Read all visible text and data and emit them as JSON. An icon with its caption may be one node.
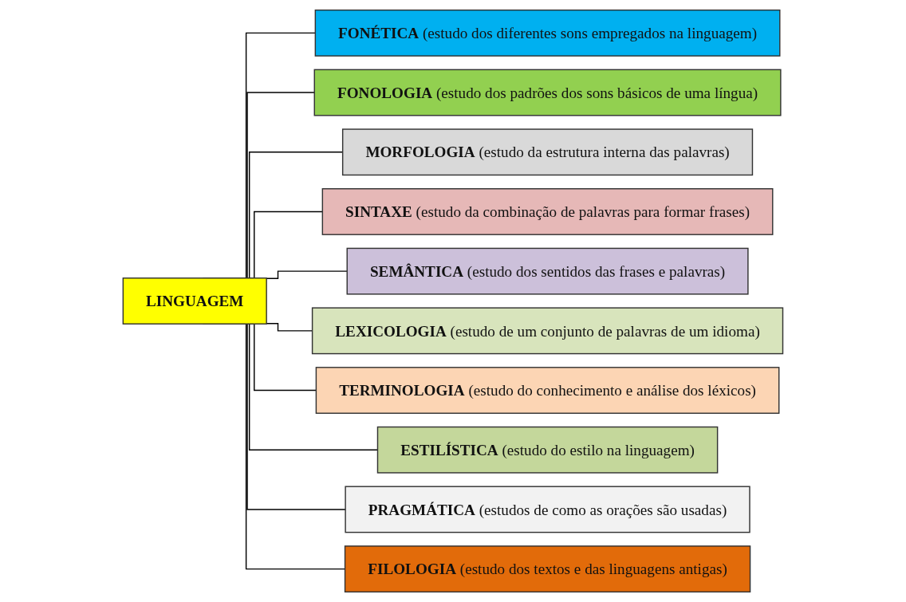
{
  "diagram": {
    "nodes": [
      {
        "text": [
          "LINGUAGEM"
        ]
      },
      {
        "text": [
          "**FONÉTICA** (estudo dos diferentes sons empregados na linguagem)"
        ]
      },
      {
        "text": [
          "**FONOLOGIA** (estudo dos padrões dos sons básicos de uma língua)"
        ]
      },
      {
        "text": [
          "**MORFOLOGIA** (estudo da estrutura interna das palavras)"
        ]
      },
      {
        "text": [
          "**SINTAXE** (estudo da combinação de palavras para formar frases)"
        ]
      },
      {
        "text": [
          "**SEMÂNTICA** (estudo dos sentidos das frases e palavras)"
        ]
      },
      {
        "text": [
          "**LEXICOLOGIA** (estudo de um conjunto de palavras de um idioma)"
        ]
      },
      {
        "text": [
          "**TERMINOLOGIA** (estudo do conhecimento e análise dos léxicos)"
        ]
      },
      {
        "text": [
          "**ESTILÍSTICA** (estudo do estilo na linguagem)"
        ]
      },
      {
        "text": [
          "**PRAGMÁTICA** (estudos de como as orações são usadas)"
        ]
      },
      {
        "text": [
          "**FILOLOGIA** (estudo dos textos e das linguagens antigas)"
        ]
      }
    ],
    "edges": [
      {
        "from": 0,
        "to": 1,
        "arrow": "none"
      },
      {
        "from": 0,
        "to": 2,
        "arrow": "none"
      },
      {
        "from": 0,
        "to": 3,
        "arrow": "none"
      },
      {
        "from": 0,
        "to": 4,
        "arrow": "none"
      },
      {
        "from": 0,
        "to": 5,
        "arrow": "none"
      },
      {
        "from": 0,
        "to": 6,
        "arrow": "none"
      },
      {
        "from": 0,
        "to": 7,
        "arrow": "none"
      },
      {
        "from": 0,
        "to": 8,
        "arrow": "none"
      },
      {
        "from": 0,
        "to": 9,
        "arrow": "none"
      },
      {
        "from": 0,
        "to": 10,
        "arrow": "none"
      }
    ]
  }
}
